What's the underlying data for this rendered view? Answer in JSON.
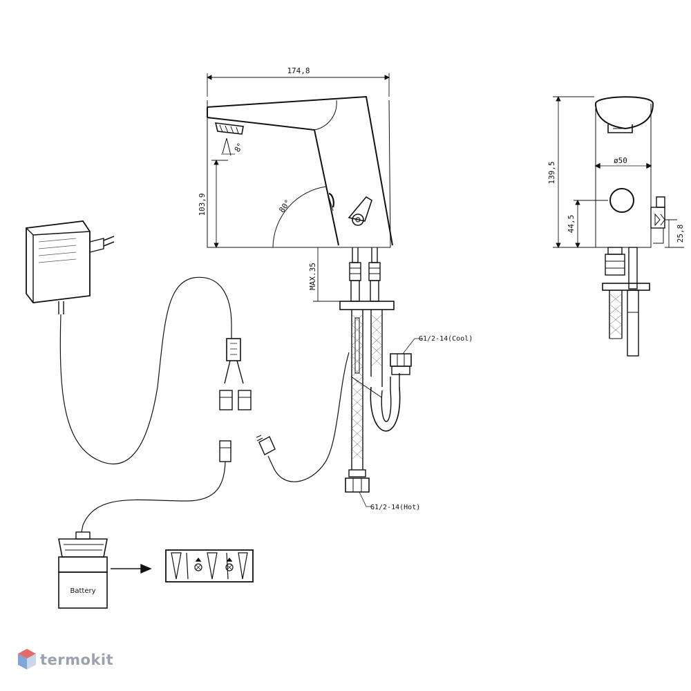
{
  "dimensions": {
    "width_total": "174,8",
    "height_spout": "103,9",
    "max_deck": "MAX.35",
    "angle_spout": "8°",
    "angle_body": "80°",
    "diameter": "ø50",
    "height_total": "139,5",
    "height_sensor": "44,5",
    "height_valve": "25,8"
  },
  "connections": {
    "cool": "G1/2-14(Cool)",
    "hot": "G1/2-14(Hot)"
  },
  "battery_label": "Battery",
  "watermark": {
    "text": "termokit",
    "colors": {
      "text": "#9aa3ad",
      "icon_top": "#e26a6a",
      "icon_side": "#7fa6d6"
    }
  }
}
